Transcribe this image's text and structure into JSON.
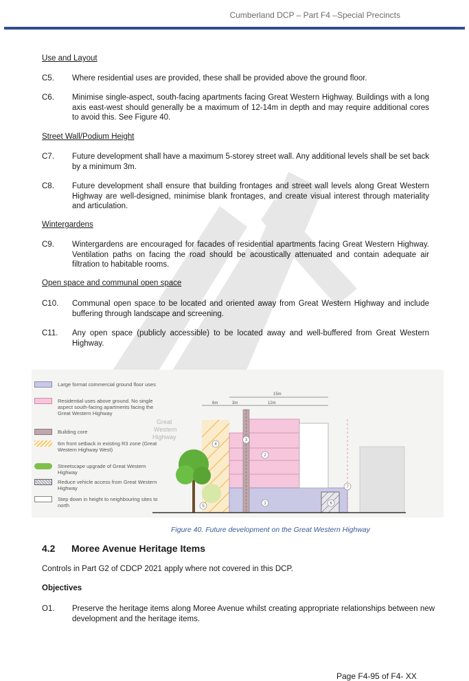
{
  "header": {
    "title": "Cumberland DCP – Part F4 –Special Precincts"
  },
  "sections": {
    "use_layout": "Use and Layout",
    "street_wall": "Street Wall/Podium Height",
    "wintergardens": "Wintergardens",
    "open_space": "Open space and communal open space"
  },
  "controls": [
    {
      "code": "C5.",
      "text": "Where residential uses are provided, these shall be provided above the ground floor."
    },
    {
      "code": "C6.",
      "text": "Minimise single-aspect, south-facing apartments facing Great Western Highway. Buildings with a long axis east-west should generally be a maximum of 12-14m in depth and may require additional cores to avoid this. See Figure 40."
    },
    {
      "code": "C7.",
      "text": "Future development shall have a maximum 5-storey street wall. Any additional levels shall be set back by a minimum 3m."
    },
    {
      "code": "C8.",
      "text": "Future development shall ensure that building frontages and street wall levels along Great Western Highway are well-designed, minimise blank frontages, and create visual interest through materiality and articulation."
    },
    {
      "code": "C9.",
      "text": "Wintergardens are encouraged for facades of residential apartments facing Great Western Highway. Ventilation paths on facing the road should be acoustically attenuated and contain adequate air filtration to habitable rooms."
    },
    {
      "code": "C10.",
      "text": "Communal open space to be located and oriented away from Great Western Highway and include buffering through landscape and screening."
    },
    {
      "code": "C11.",
      "text": "Any open space (publicly accessible) to be located away and well-buffered from Great Western Highway."
    }
  ],
  "figure": {
    "legend": [
      {
        "num": "1",
        "text": "Large format commercial ground floor uses",
        "color": "#c9c9e6"
      },
      {
        "num": "2",
        "text": "Residential uses above ground. No single aspect south-facing apartments facing the Great Western Highway",
        "color": "#f6c6dc"
      },
      {
        "num": "3",
        "text": "Building core",
        "color": "#bfa7ab"
      },
      {
        "num": "4",
        "text": "6m front setback in existing R3 zone (Great Western Highway West)",
        "color": "#f6c874"
      },
      {
        "num": "5",
        "text": "Streetscape upgrade of Great Western Highway",
        "color": "#7fbf4a"
      },
      {
        "num": "6",
        "text": "Reduce vehicle access from Great Western Highway",
        "color": "#9a9aa8"
      },
      {
        "num": "7",
        "text": "Step down in height to neighbouring sites to north",
        "color": "#cccccc"
      }
    ],
    "street_label_1": "Great",
    "street_label_2": "Western",
    "street_label_3": "Highway",
    "dim_15m": "15m",
    "dim_6m": "6m",
    "dim_3m": "3m",
    "dim_12m": "12m",
    "markers": [
      "1",
      "2",
      "3",
      "4",
      "5",
      "6",
      "7"
    ],
    "caption": "Figure 40. Future development on the Great Western Highway"
  },
  "section_42": {
    "number": "4.2",
    "title": "Moree Avenue Heritage Items",
    "intro": "Controls in Part G2 of CDCP 2021 apply where not covered in this DCP.",
    "objectives_heading": "Objectives",
    "objective": {
      "code": "O1.",
      "text": "Preserve the heritage items along Moree Avenue whilst creating appropriate relationships between new development and the heritage items."
    }
  },
  "footer": {
    "page": "Page F4-95 of F4- XX"
  }
}
